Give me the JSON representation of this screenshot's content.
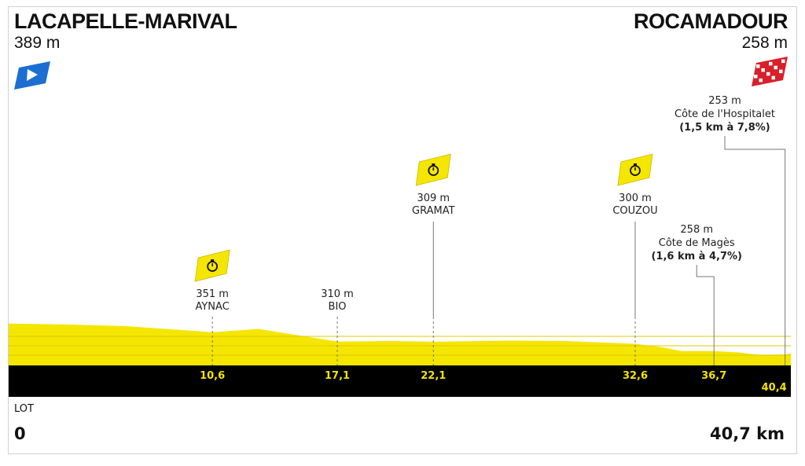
{
  "start": {
    "name": "LACAPELLE-MARIVAL",
    "altitude": "389 m"
  },
  "finish": {
    "name": "ROCAMADOUR",
    "altitude": "258 m"
  },
  "region": "LOT",
  "start_km": "0",
  "total_distance": "40,7 km",
  "colors": {
    "profile": "#f5e600",
    "band": "#000000",
    "km_label": "#f2e300",
    "start_flag": "#1c6fd1",
    "finish_flag": "#d8202a",
    "checkpoint": "#f5e600"
  },
  "chart_data": {
    "type": "area",
    "xlabel": "",
    "ylabel": "",
    "xlim": [
      0,
      40.7
    ],
    "profile": [
      [
        0,
        389
      ],
      [
        3,
        385
      ],
      [
        6,
        378
      ],
      [
        10.6,
        351
      ],
      [
        13,
        365
      ],
      [
        17.1,
        310
      ],
      [
        20,
        312
      ],
      [
        22.1,
        309
      ],
      [
        26,
        314
      ],
      [
        29,
        312
      ],
      [
        32.6,
        300
      ],
      [
        34,
        285
      ],
      [
        35,
        268
      ],
      [
        36.7,
        268
      ],
      [
        38,
        262
      ],
      [
        39,
        252
      ],
      [
        40.4,
        253
      ],
      [
        40.7,
        258
      ]
    ],
    "checkpoints": [
      {
        "km": 10.6,
        "label": "10,6",
        "altitude": "351 m",
        "name": "AYNAC",
        "icon": "stopwatch-icon"
      },
      {
        "km": 17.1,
        "label": "17,1",
        "altitude": "310 m",
        "name": "BIO",
        "icon": ""
      },
      {
        "km": 22.1,
        "label": "22,1",
        "altitude": "309 m",
        "name": "GRAMAT",
        "icon": "stopwatch-icon"
      },
      {
        "km": 32.6,
        "label": "32,6",
        "altitude": "300 m",
        "name": "COUZOU",
        "icon": "stopwatch-icon"
      }
    ],
    "climbs": [
      {
        "km": 36.7,
        "label": "36,7",
        "altitude": "258 m",
        "name": "Côte de Magès",
        "detail": "(1,6 km à 4,7%)"
      },
      {
        "km": 40.4,
        "label": "40,4",
        "altitude": "253 m",
        "name": "Côte de l'Hospitalet",
        "detail": "(1,5 km à 7,8%)"
      }
    ]
  }
}
